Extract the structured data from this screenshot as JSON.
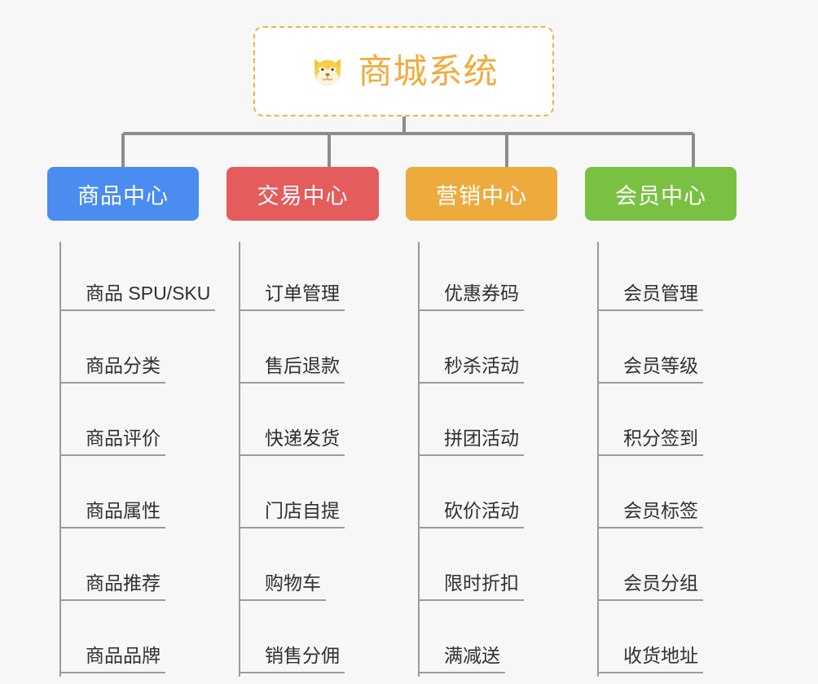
{
  "background_color": "#f7f7f7",
  "root": {
    "title": "商城系统",
    "icon": "dog-face-emoji",
    "border_color": "#f2b441",
    "text_color": "#f0ac3d",
    "fill_color": "#ffffff"
  },
  "connector_color": "#8c8c8c",
  "leaf_line_color": "#9b9b9b",
  "columns": [
    {
      "title": "商品中心",
      "color": "#4a8cf0",
      "items": [
        "商品 SPU/SKU",
        "商品分类",
        "商品评价",
        "商品属性",
        "商品推荐",
        "商品品牌"
      ]
    },
    {
      "title": "交易中心",
      "color": "#e45c5c",
      "items": [
        "订单管理",
        "售后退款",
        "快递发货",
        "门店自提",
        "购物车",
        "销售分佣"
      ]
    },
    {
      "title": "营销中心",
      "color": "#edab3e",
      "items": [
        "优惠券码",
        "秒杀活动",
        "拼团活动",
        "砍价活动",
        "限时折扣",
        "满减送"
      ]
    },
    {
      "title": "会员中心",
      "color": "#7ac143",
      "items": [
        "会员管理",
        "会员等级",
        "积分签到",
        "会员标签",
        "会员分组",
        "收货地址"
      ]
    }
  ]
}
